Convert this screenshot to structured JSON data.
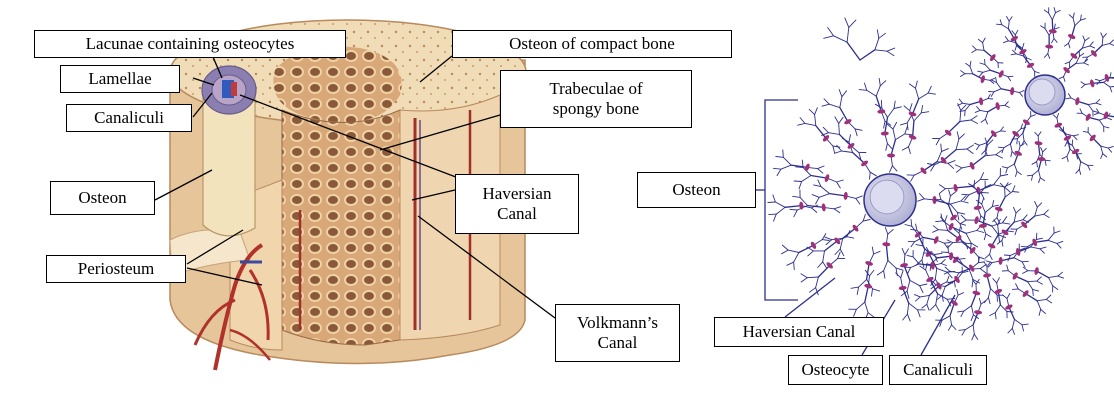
{
  "left_figure": {
    "labels": {
      "lacunae": "Lacunae containing osteocytes",
      "lamellae": "Lamellae",
      "canaliculi": "Canaliculi",
      "osteon": "Osteon",
      "periosteum": "Periosteum",
      "osteon_compact": "Osteon of compact bone",
      "trabeculae": "Trabeculae of\nspongy bone",
      "haversian": "Haversian\nCanal",
      "volkmann": "Volkmann’s\nCanal"
    }
  },
  "right_figure": {
    "labels": {
      "osteon": "Osteon",
      "haversian": "Haversian Canal",
      "osteocyte": "Osteocyte",
      "canaliculi": "Canaliculi"
    }
  },
  "colors": {
    "bone_light": "#f1dcb8",
    "bone_mid": "#e0b98a",
    "bone_dark": "#c98f5e",
    "vessel_red": "#b0322b",
    "canaliculi_blue": "#2d2f8f",
    "osteocyte_magenta": "#a0307a",
    "canal_fill": "#c8c8e6"
  }
}
